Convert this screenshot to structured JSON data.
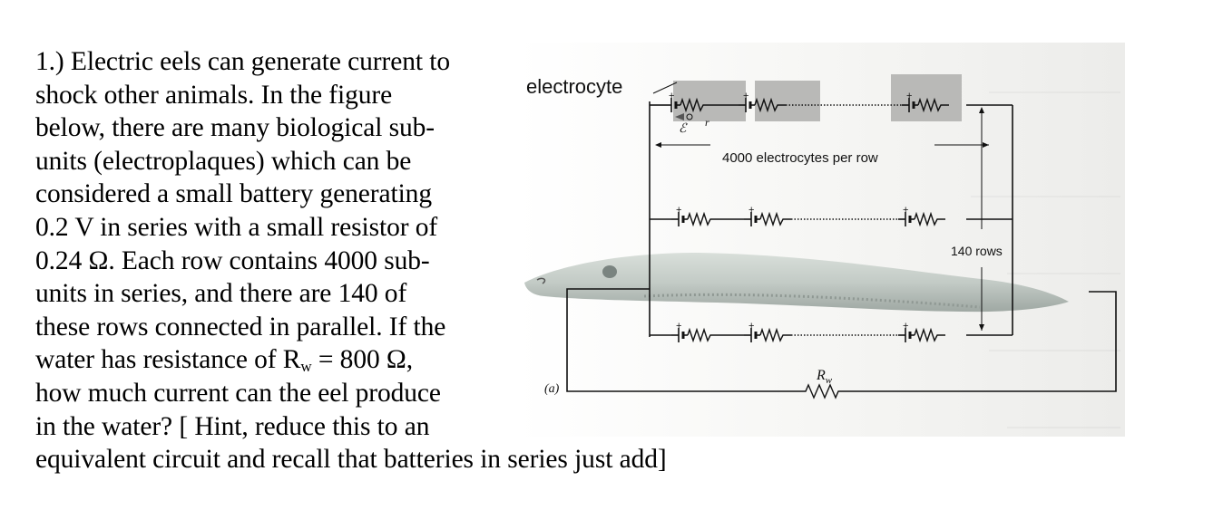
{
  "problem": {
    "lines": [
      "1.) Electric eels can generate current to",
      "shock other animals. In the figure",
      "below, there are many biological sub-",
      "units (electroplaques) which can be",
      "considered a small battery generating",
      "0.2 V in series with a small resistor of",
      "0.24 Ω. Each row contains 4000 sub-",
      "units in series, and there are 140 of",
      "these rows connected in parallel. If the",
      "water has resistance of R",
      "w",
      " = 800 Ω,",
      "how much current can the eel produce",
      "in the water? [ Hint, reduce this to an",
      "equivalent circuit and recall that batteries in series just add]"
    ]
  },
  "figure": {
    "electrocyte_label": "electrocyte",
    "emf_label": "ℰ",
    "r_label": "r",
    "per_row_label": "4000 electrocytes per row",
    "rows_label": "140 rows",
    "rw_label": "R",
    "rw_sub": "w",
    "part_label": "(a)",
    "plus_sign": "+"
  },
  "colors": {
    "text": "#000000",
    "figure_background": "#f4f4f2",
    "electrocyte_box": "#b9b9b7",
    "eel_body": "#c9d0cb",
    "wire": "#111111"
  }
}
